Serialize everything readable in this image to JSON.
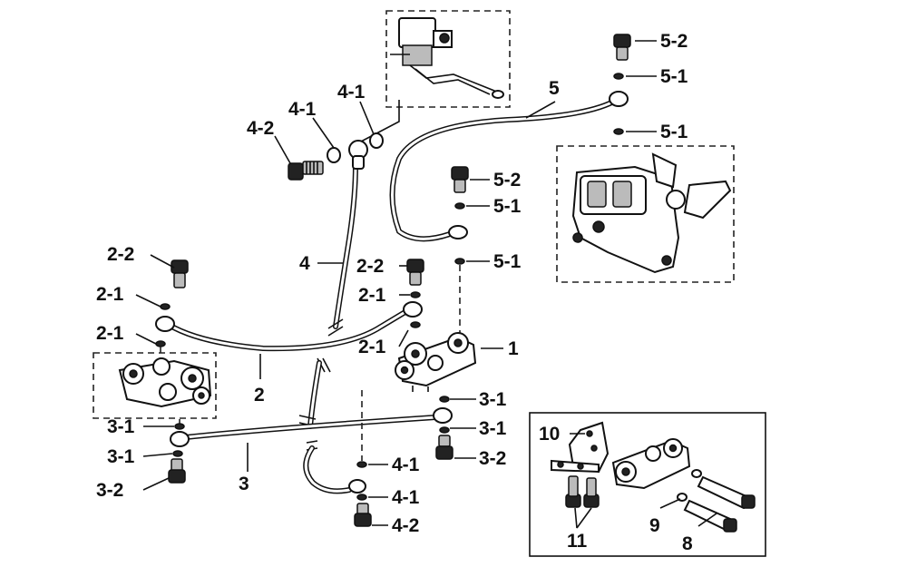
{
  "labels": {
    "l_5_2_top": "5-2",
    "l_5_1_a": "5-1",
    "l_5": "5",
    "l_5_1_b": "5-1",
    "l_5_2_mid": "5-2",
    "l_5_1_c": "5-1",
    "l_5_1_d": "5-1",
    "l_4_1_a": "4-1",
    "l_4_1_b": "4-1",
    "l_4_2_top": "4-2",
    "l_4": "4",
    "l_2_2_mid": "2-2",
    "l_2_2_left": "2-2",
    "l_2_1_a": "2-1",
    "l_2_1_b": "2-1",
    "l_2_1_c": "2-1",
    "l_2_1_d": "2-1",
    "l_1": "1",
    "l_2": "2",
    "l_3_1_a": "3-1",
    "l_3_1_b": "3-1",
    "l_3_1_c": "3-1",
    "l_3_1_d": "3-1",
    "l_3_2_right": "3-2",
    "l_3_2_left": "3-2",
    "l_3": "3",
    "l_4_1_c": "4-1",
    "l_4_1_d": "4-1",
    "l_4_2_bottom": "4-2",
    "l_10": "10",
    "l_9": "9",
    "l_8": "8",
    "l_11": "11"
  }
}
